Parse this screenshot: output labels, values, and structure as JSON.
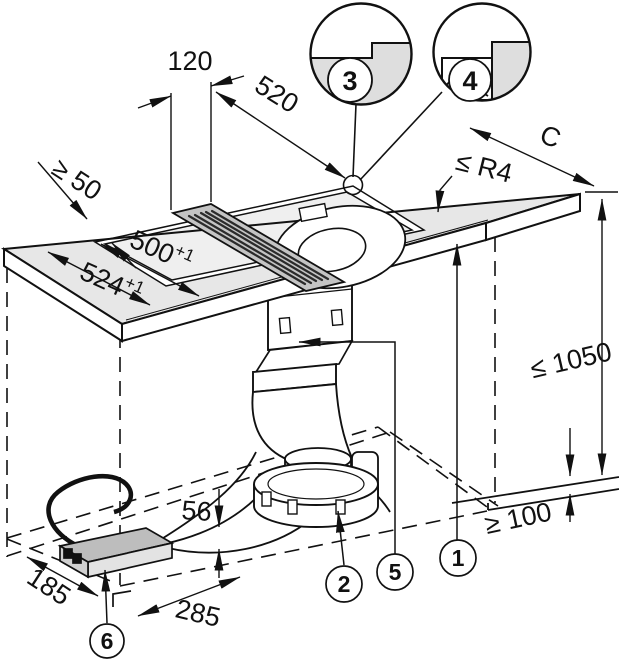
{
  "diagram_type": "appliance-installation-drawing",
  "labels": {
    "l120": "120",
    "l520": "520",
    "l50": "≥ 50",
    "l500": "500",
    "l500sup": "+1",
    "l524": "524",
    "l524sup": "+1",
    "lr4": "≤ R4",
    "lc": "C",
    "l1050": "≤ 1050",
    "l100": "≥ 100",
    "l56": "56",
    "l185": "185",
    "l285": "285"
  },
  "callouts": {
    "n1": "1",
    "n2": "2",
    "n3": "3",
    "n4": "4",
    "n5": "5",
    "n6": "6"
  },
  "colors": {
    "line": "#111111",
    "worktop_fill": "#e7e7e7",
    "cutout_interior_fill": "#efefef",
    "grille_fill": "#c4c4c4",
    "detail_fill": "#dedede",
    "power_box_top": "#bdbdbd",
    "background": "#ffffff"
  }
}
